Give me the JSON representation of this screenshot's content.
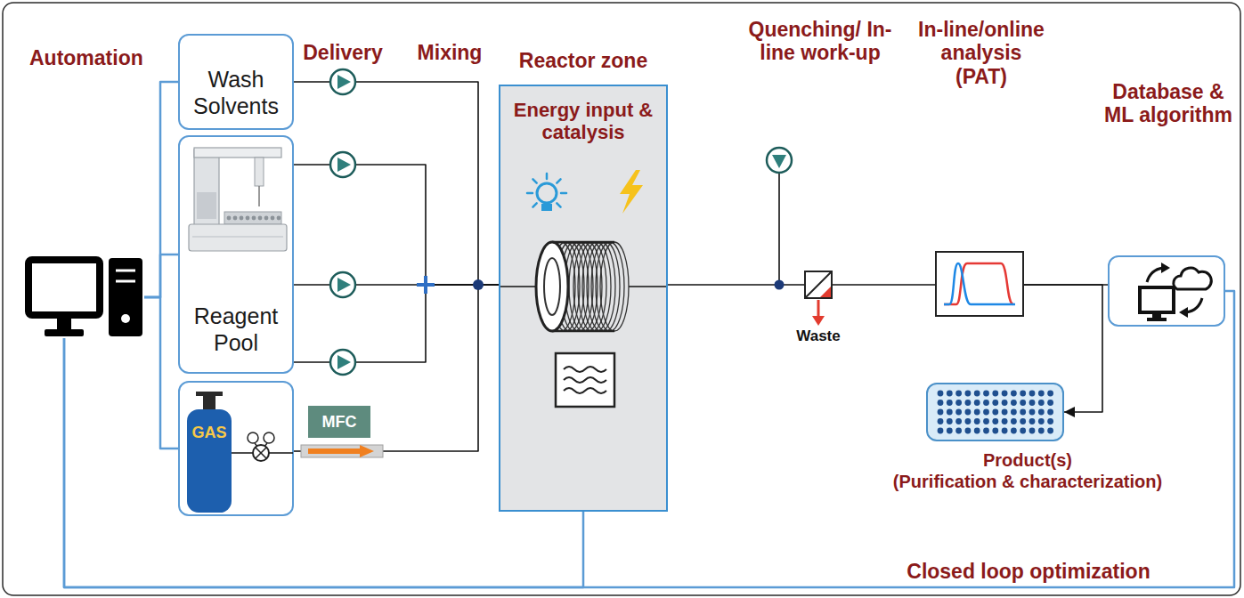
{
  "diagram": {
    "nodes": [
      {
        "text": [
          "Automation"
        ]
      },
      {
        "text": [
          "Wash Solvents"
        ]
      },
      {
        "text": [
          "Reagent Pool"
        ]
      },
      {
        "text": [
          "GAS"
        ]
      },
      {
        "text": [
          "MFC"
        ]
      },
      {
        "text": [
          "Reactor zone",
          "Energy input & catalysis"
        ]
      },
      {
        "text": [
          "Quenching/ In-line work-up"
        ]
      },
      {
        "text": [
          "In-line/online analysis (PAT)"
        ]
      },
      {
        "text": [
          "Database & ML algorithm"
        ]
      },
      {
        "text": [
          "Product(s)",
          "(Purification & characterization)"
        ]
      }
    ],
    "edges": [
      {
        "from": 0,
        "to": 1,
        "arrow": "none"
      },
      {
        "from": 0,
        "to": 2,
        "arrow": "none"
      },
      {
        "from": 0,
        "to": 3,
        "arrow": "none"
      },
      {
        "from": 1,
        "to": 5,
        "arrow": "none"
      },
      {
        "from": 2,
        "to": 5,
        "arrow": "none"
      },
      {
        "from": 2,
        "to": 5,
        "arrow": "none"
      },
      {
        "from": 2,
        "to": 5,
        "arrow": "none"
      },
      {
        "from": 3,
        "to": 4,
        "arrow": "none"
      },
      {
        "from": 4,
        "to": 5,
        "arrow": "none"
      },
      {
        "from": 5,
        "to": 6,
        "arrow": "none"
      },
      {
        "from": 6,
        "to": 7,
        "arrow": "none"
      },
      {
        "from": 7,
        "to": 8,
        "arrow": "none"
      },
      {
        "from": 7,
        "to": 9,
        "arrow": "to"
      },
      {
        "from": 0,
        "to": 5,
        "arrow": "none"
      },
      {
        "from": 8,
        "to": 0,
        "arrow": "none",
        "label": "Closed loop optimization"
      }
    ],
    "labels": [
      "Delivery",
      "Mixing",
      "Waste"
    ]
  }
}
